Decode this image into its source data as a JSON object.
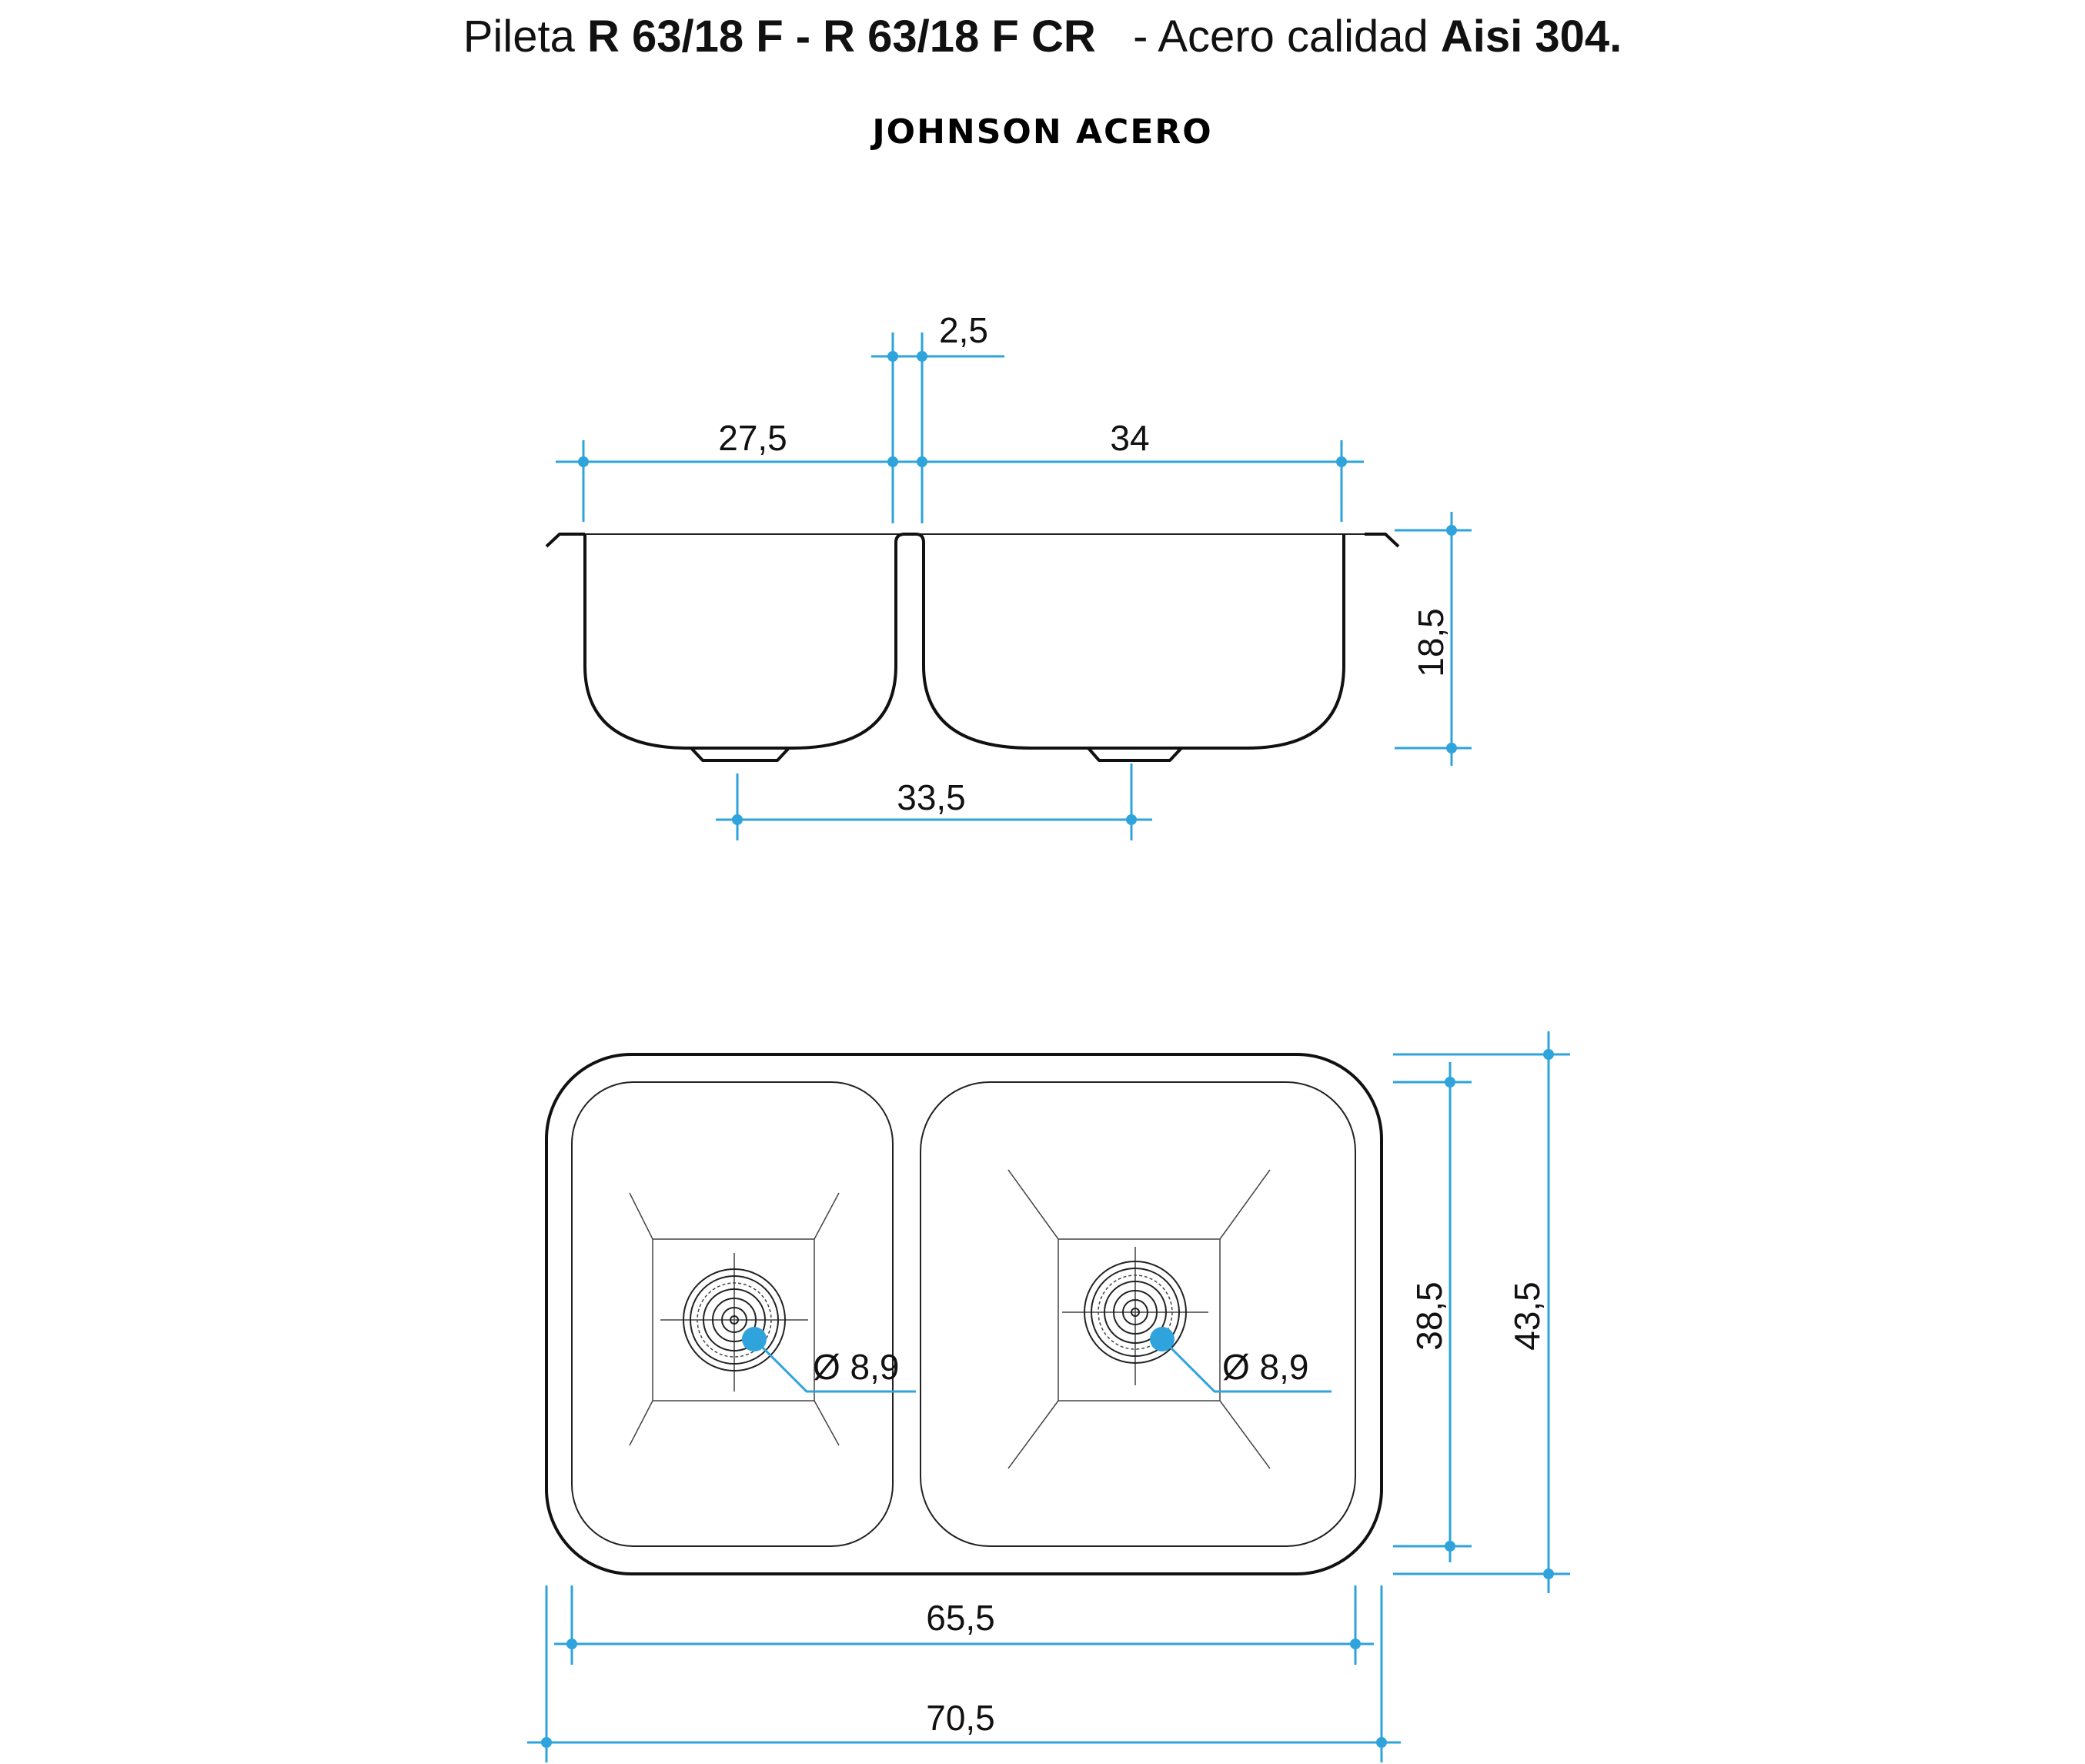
{
  "title": {
    "prefix": "Pileta ",
    "models": "R 63/18 F - R 63/18 F CR",
    "middle": "   - Acero calidad ",
    "material": "Aisi 304."
  },
  "brand": "JOHNSON ACERO",
  "colors": {
    "dimension": "#2ea3dc",
    "outline": "#111111"
  },
  "side_view": {
    "dims": {
      "divider_gap": "2,5",
      "left_bowl_width": "27,5",
      "right_bowl_width": "34",
      "depth": "18,5",
      "drain_spacing": "33,5"
    }
  },
  "top_view": {
    "dims": {
      "drain_left": "Ø 8,9",
      "drain_right": "Ø 8,9",
      "inner_depth": "38,5",
      "outer_depth": "43,5",
      "inner_width": "65,5",
      "outer_width": "70,5"
    }
  }
}
